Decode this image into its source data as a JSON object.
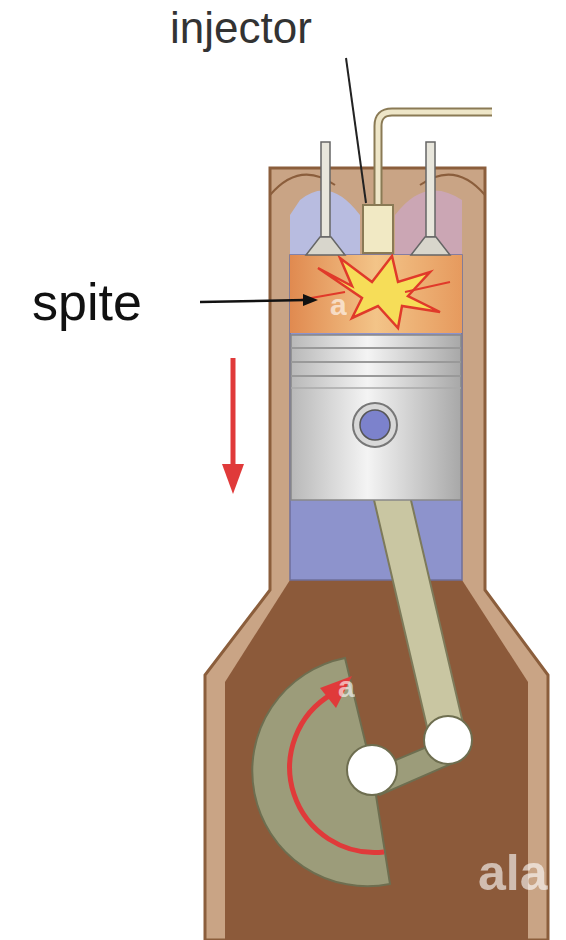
{
  "diagram": {
    "labels": [
      "injector",
      "spite",
      "a",
      "a",
      "ala"
    ]
  }
}
